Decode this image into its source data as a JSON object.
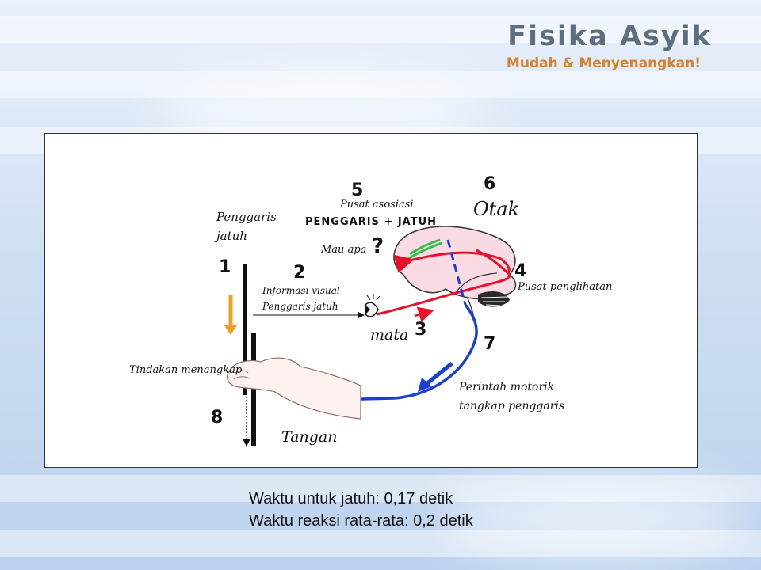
{
  "brand": {
    "title": "Fisika Asyik",
    "tagline": "Mudah & Menyenangkan!"
  },
  "diagram": {
    "labels": {
      "penggaris_line1": "Penggaris",
      "penggaris_line2": "jatuh",
      "mau_apa": "Mau apa",
      "question_mark": "?",
      "pusat_asosiasi": "Pusat asosiasi",
      "penggaris_jatuh_caps": "PENGGARIS + JATUH",
      "otak": "Otak",
      "info_line1": "Informasi visual",
      "info_line2": "Penggaris jatuh",
      "pusat_penglihatan": "Pusat penglihatan",
      "mata": "mata",
      "tindakan": "Tindakan menangkap",
      "perintah_line1": "Perintah motorik",
      "perintah_line2": "tangkap penggaris",
      "tangan": "Tangan"
    },
    "steps": [
      "1",
      "2",
      "3",
      "4",
      "5",
      "6",
      "7",
      "8"
    ],
    "colors": {
      "sensory": "#e8102a",
      "motor": "#1a3fd6",
      "association": "#2ec04a",
      "fall_arrow": "#f0a020",
      "brain": "#fadbe3"
    }
  },
  "footer": {
    "line1": "Waktu untuk jatuh: 0,17 detik",
    "line2": "Waktu reaksi rata-rata: 0,2 detik"
  }
}
